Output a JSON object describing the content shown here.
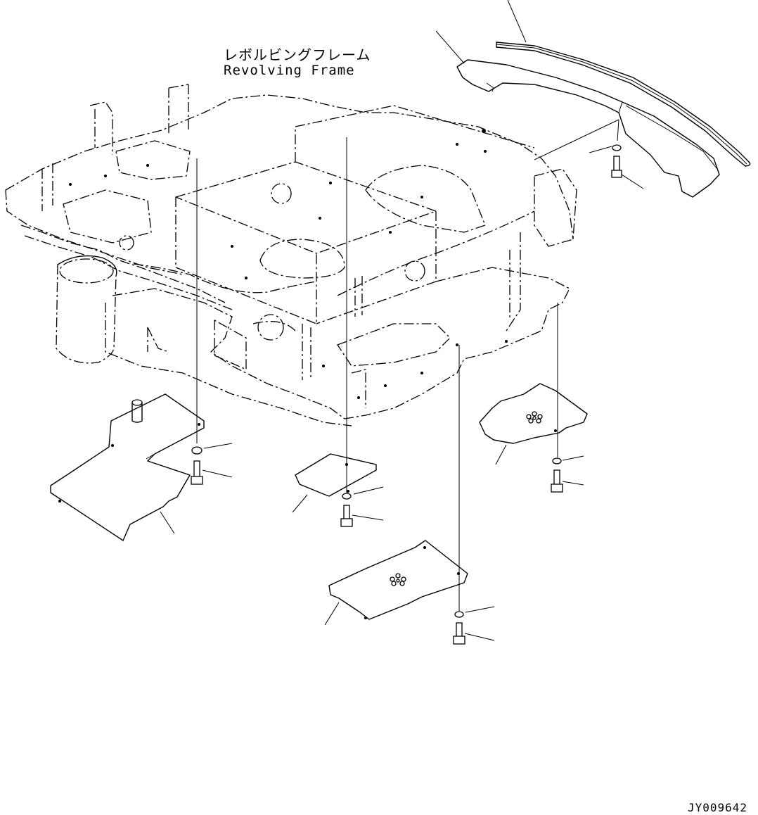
{
  "title": {
    "japanese": "レボルビングフレーム",
    "english": "Revolving Frame"
  },
  "drawing_id": "JY009642"
}
